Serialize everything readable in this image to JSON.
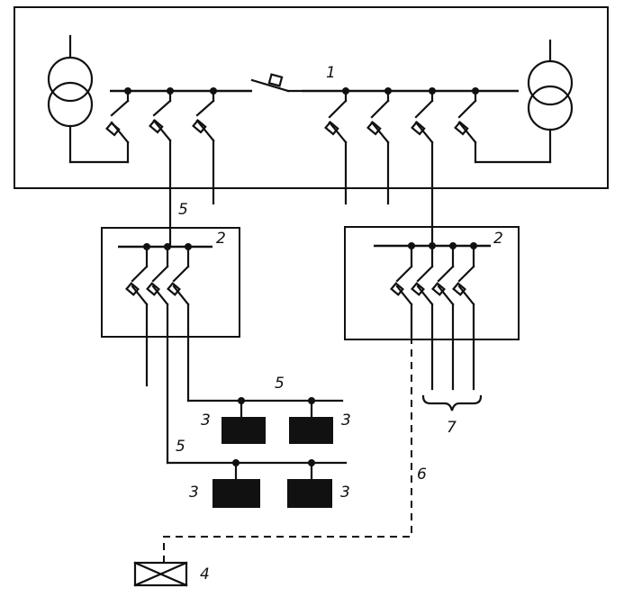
{
  "labels": {
    "main_substation": "1",
    "distribution_point_left": "2",
    "distribution_point_right": "2",
    "motor_1": "3",
    "motor_2": "3",
    "motor_3": "3",
    "motor_4": "3",
    "remote_device": "4",
    "line_upper_left": "5",
    "line_upper_bus": "5",
    "line_lower_bus": "5",
    "dashed_line": "6",
    "outgoing_group": "7"
  }
}
